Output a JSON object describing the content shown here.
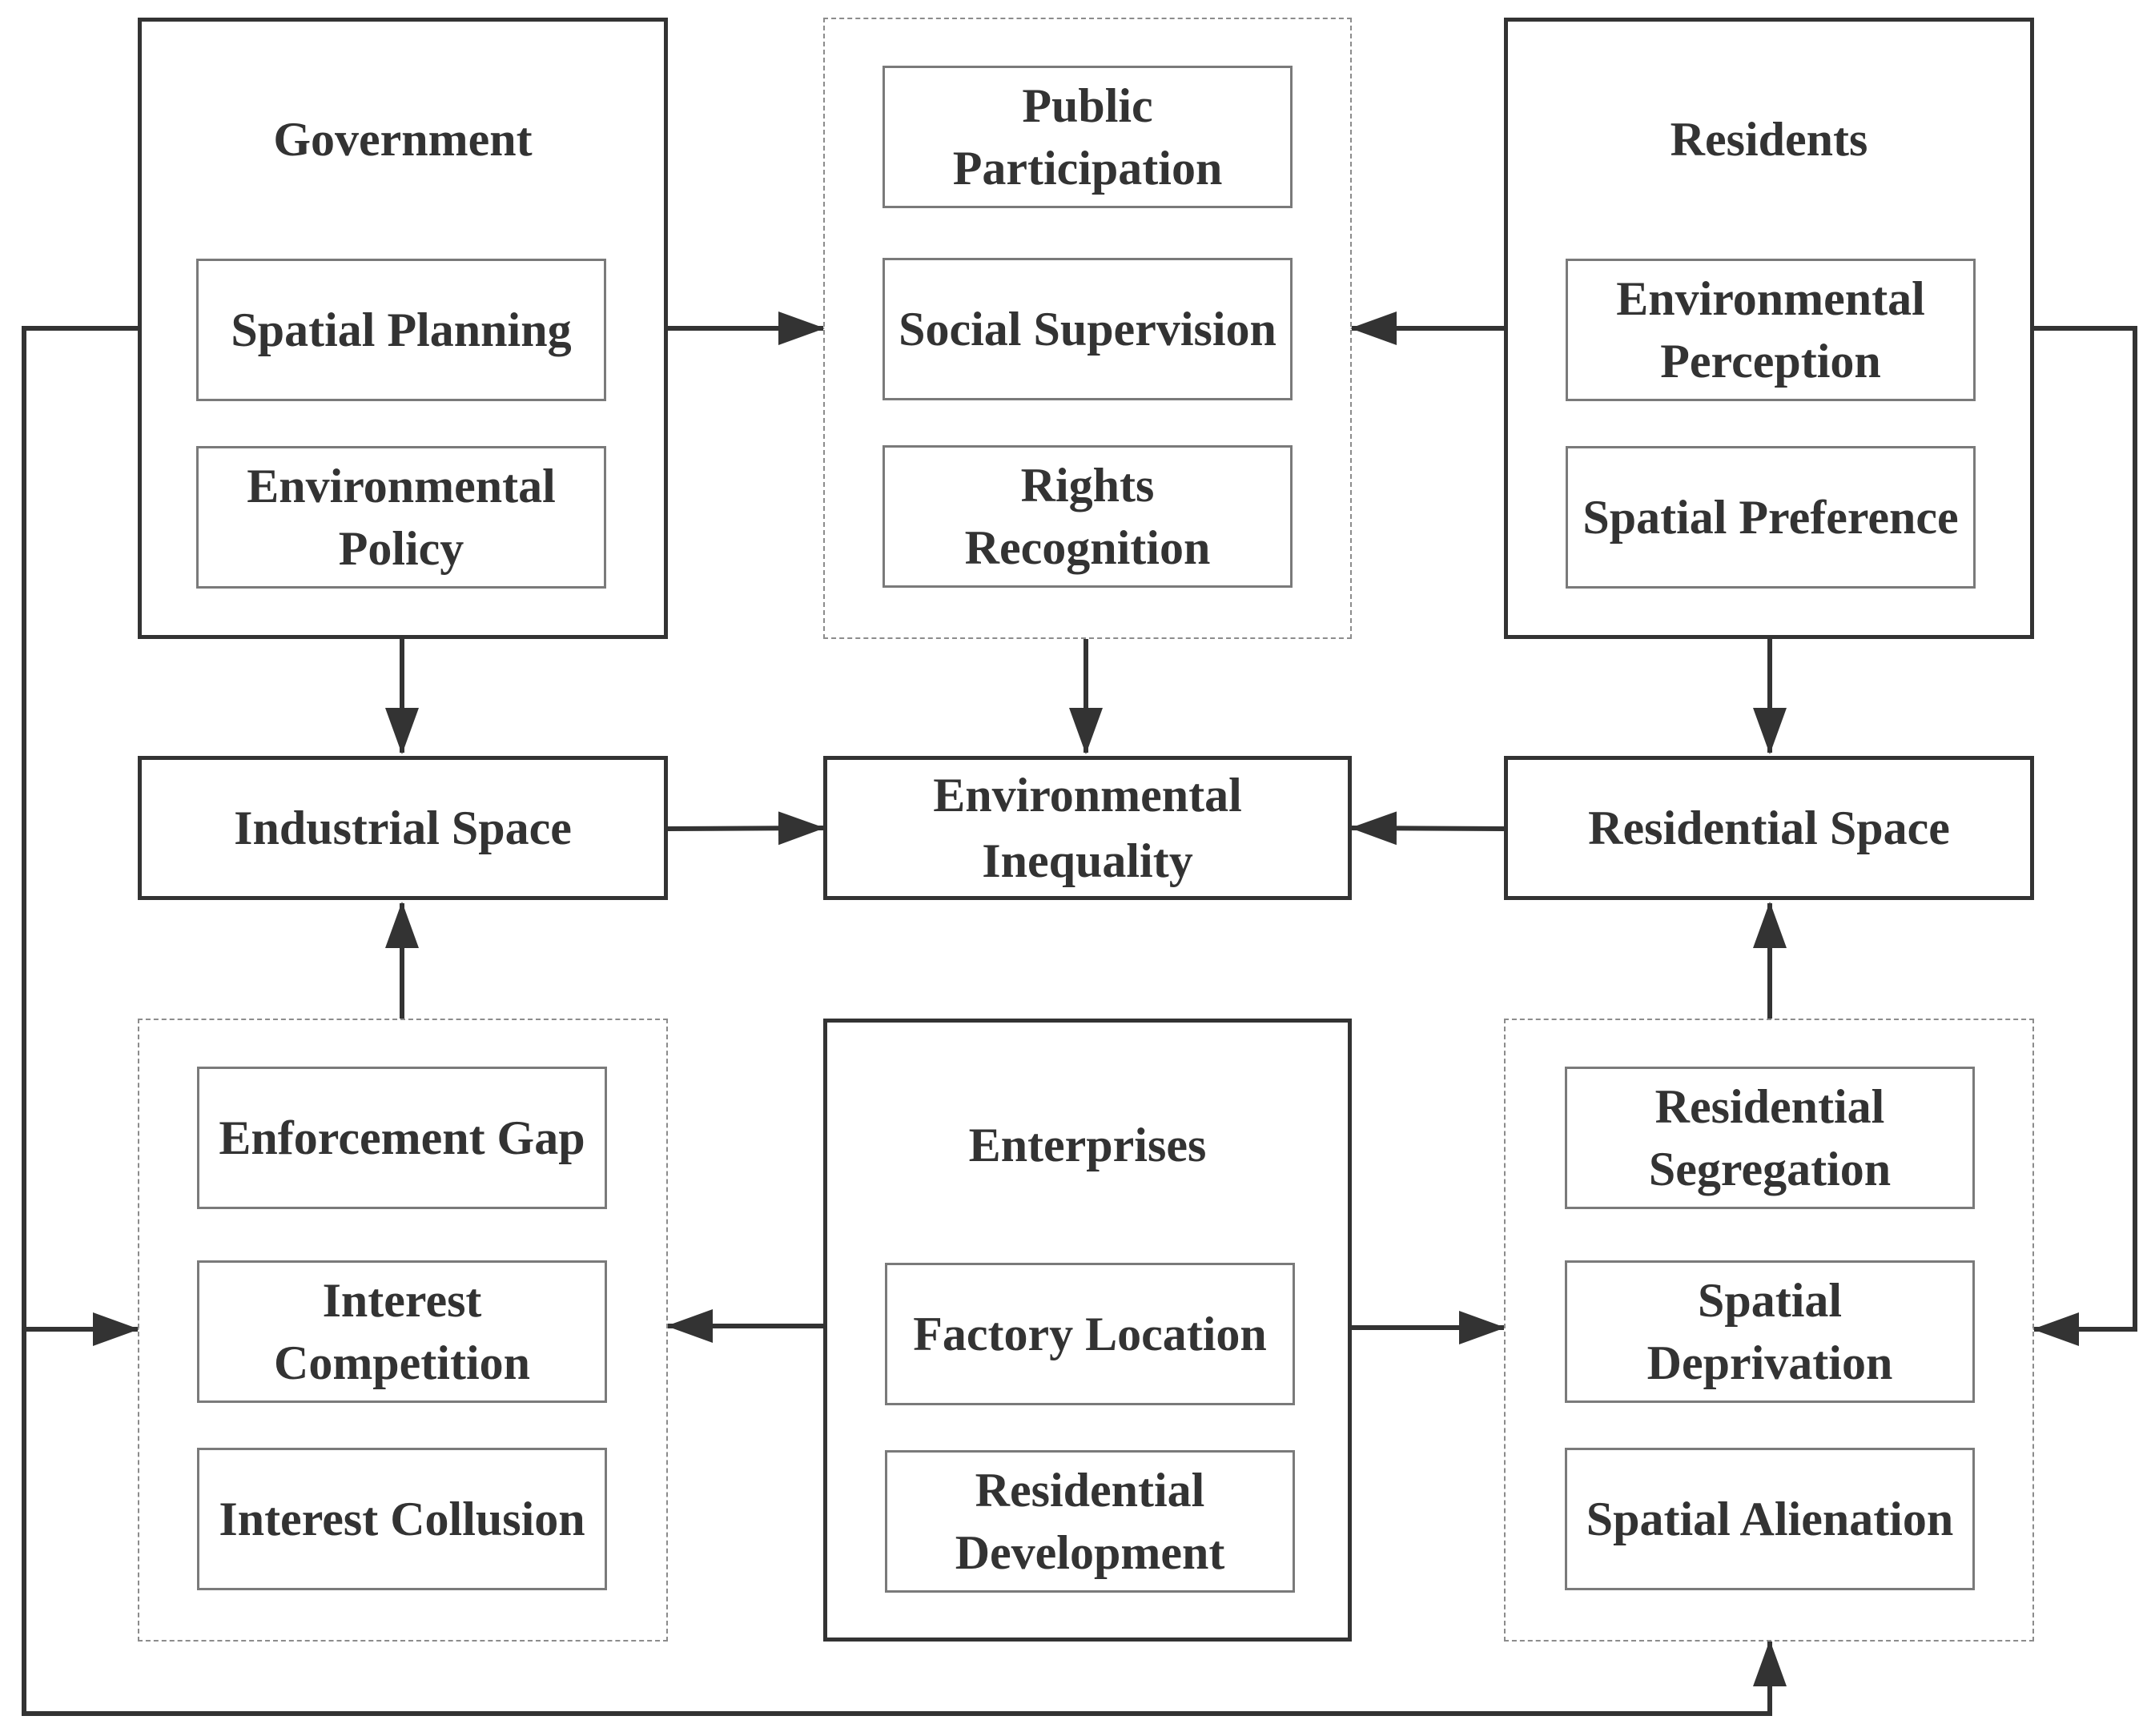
{
  "government": {
    "title": "Government",
    "items": [
      "Spatial Planning",
      "Environmental Policy"
    ]
  },
  "public": {
    "items": [
      "Public Participation",
      "Social Supervision",
      "Rights Recognition"
    ]
  },
  "residents": {
    "title": "Residents",
    "items": [
      "Environmental Perception",
      "Spatial Preference"
    ]
  },
  "middle": {
    "industrial": "Industrial Space",
    "inequality": "Environmental Inequality",
    "residential": "Residential Space"
  },
  "govt_mechanisms": {
    "items": [
      "Enforcement Gap",
      "Interest Competition",
      "Interest Collusion"
    ]
  },
  "enterprises": {
    "title": "Enterprises",
    "items": [
      "Factory Location",
      "Residential Development"
    ]
  },
  "resident_outcomes": {
    "items": [
      "Residential Segregation",
      "Spatial Deprivation",
      "Spatial Alienation"
    ]
  },
  "colors": {
    "line": "#333333",
    "dashed_border": "#8c8c8c",
    "inner_border": "#7a7a7a"
  }
}
